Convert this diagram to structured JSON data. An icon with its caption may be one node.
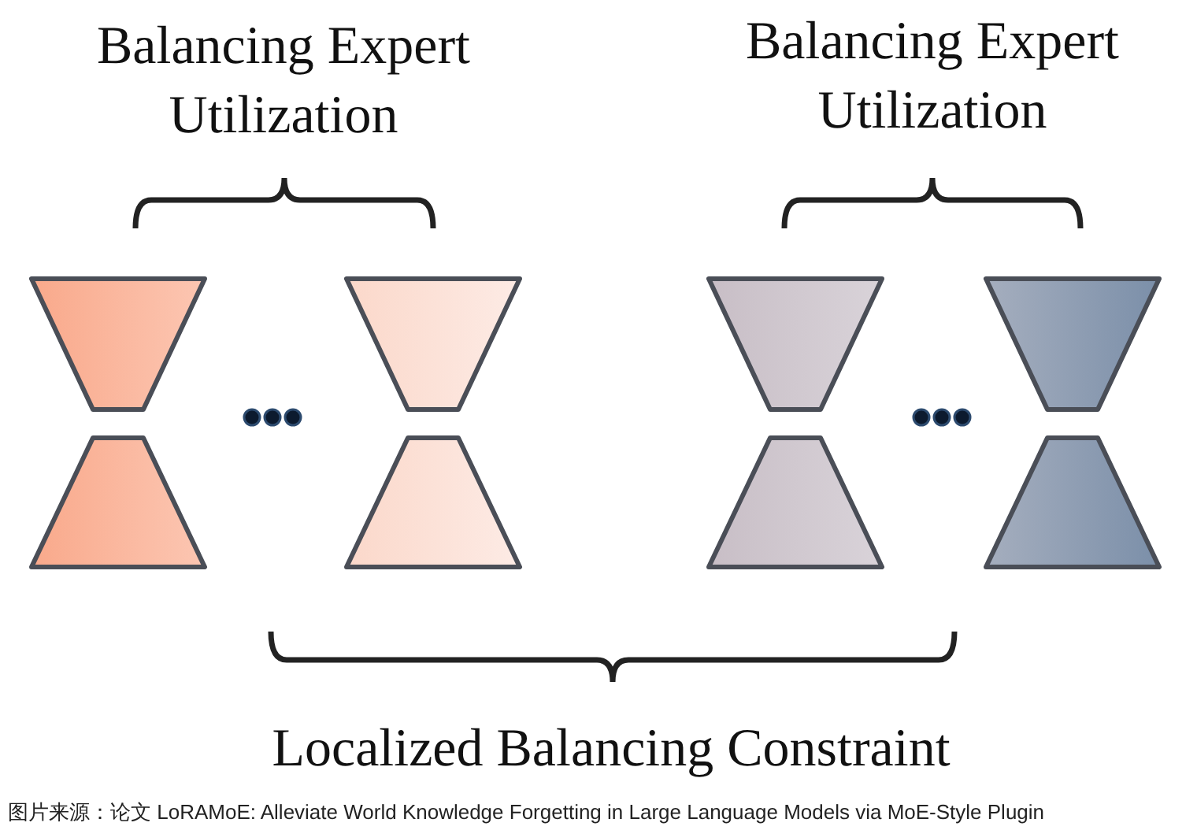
{
  "diagram": {
    "caption": "图片来源：论文 LoRAMoE: Alleviate World Knowledge Forgetting in Large Language Models via MoE-Style Plugin",
    "labels": [
      "Balancing Expert Utilization",
      "Balancing Expert Utilization",
      "Localized Balancing Constraint"
    ]
  }
}
